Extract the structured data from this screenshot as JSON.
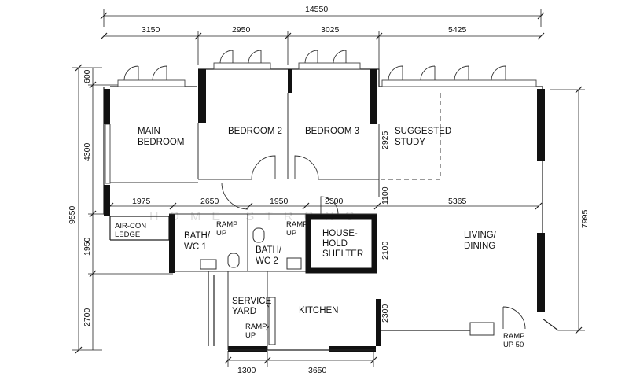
{
  "dimensions": {
    "top_total": "14550",
    "top_segments": [
      "3150",
      "2950",
      "3025",
      "5425"
    ],
    "left_outer": "9550",
    "left_segments": [
      "600",
      "4300",
      "1950",
      "2700"
    ],
    "right_outer": "7995",
    "bottom_segments": [
      "1300",
      "3650"
    ],
    "mid_row": [
      "1975",
      "2650",
      "1950",
      "2300",
      "5365"
    ],
    "inner_vertical": [
      "2925",
      "1100",
      "2100",
      "2300"
    ],
    "ramp_label": "RAMP\nUP 50"
  },
  "rooms": {
    "main_bedroom": "MAIN\nBEDROOM",
    "bedroom_2": "BEDROOM 2",
    "bedroom_3": "BEDROOM 3",
    "study": "SUGGESTED\nSTUDY",
    "living": "LIVING/\nDINING",
    "aircon": "AIR-CON\nLEDGE",
    "bath1": "BATH/\nWC  1",
    "bath2": "BATH/\nWC  2",
    "shelter": "HOUSE-\nHOLD\nSHELTER",
    "kitchen": "KITCHEN",
    "service_yard": "SERVICE\nYARD",
    "ramp": "RAMP\nUP"
  }
}
